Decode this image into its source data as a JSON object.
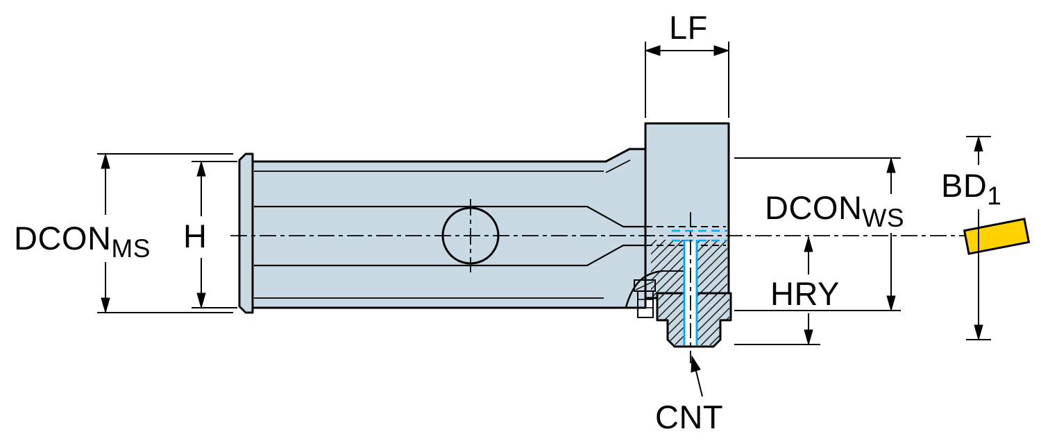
{
  "diagram": {
    "title": "tool-holder-dimension-drawing",
    "labels": {
      "lf": "LF",
      "dcon_ms": {
        "main": "DCON",
        "sub": "MS"
      },
      "h": "H",
      "dcon_ws": {
        "main": "DCON",
        "sub": "WS"
      },
      "bd1": {
        "main": "BD",
        "sub": "1"
      },
      "hry": "HRY",
      "cnt": "CNT"
    },
    "colors": {
      "background": "#ffffff",
      "body_fill": "#c9dae4",
      "outline": "#000000",
      "coolant": "#00aeef",
      "insert_fill": "#ffd200"
    }
  }
}
